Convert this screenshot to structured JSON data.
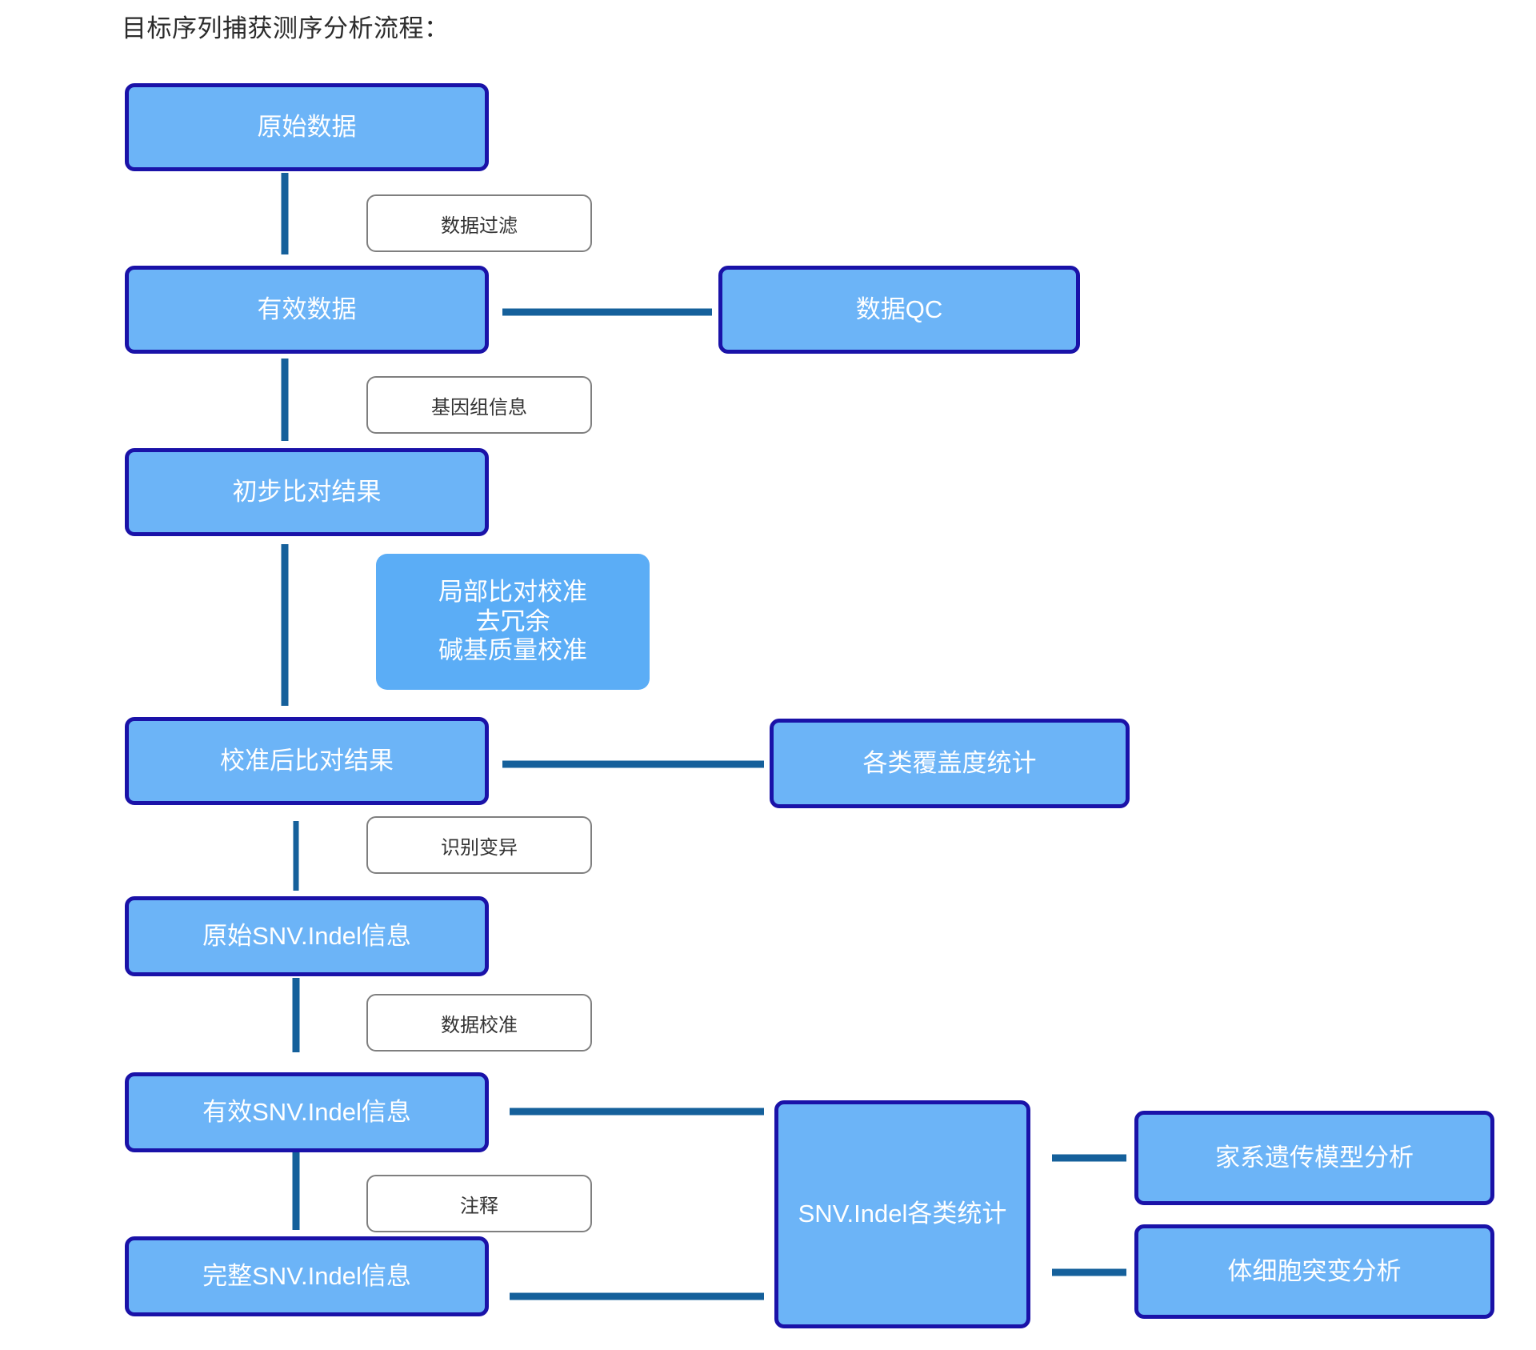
{
  "title": "目标序列捕获测序分析流程：",
  "colors": {
    "node_fill": "#6CB4F7",
    "node_border": "#1A12A8",
    "node_text": "#FFFFFF",
    "label_border": "#7F7F7F",
    "label_text": "#333333",
    "arrow": "#15609B",
    "background": "#FFFFFF"
  },
  "nodes": {
    "raw_data": "原始数据",
    "clean_data": "有效数据",
    "data_qc": "数据QC",
    "initial_align": "初步比对结果",
    "realign_note": "局部比对校准\n去冗余\n碱基质量校准",
    "calibrated_align": "校准后比对结果",
    "coverage_stats": "各类覆盖度统计",
    "raw_snv": "原始SNV.Indel信息",
    "valid_snv": "有效SNV.Indel信息",
    "full_snv": "完整SNV.Indel信息",
    "snv_stats": "SNV.Indel各类统计",
    "pedigree_analysis": "家系遗传模型分析",
    "somatic_analysis": "体细胞突变分析"
  },
  "edge_labels": {
    "filter": "数据过滤",
    "genome_info": "基因组信息",
    "call_variants": "识别变异",
    "recalibrate": "数据校准",
    "annotate": "注释"
  },
  "arrows": [
    {
      "name": "raw-to-clean",
      "direction": "down"
    },
    {
      "name": "clean-to-qc",
      "direction": "right"
    },
    {
      "name": "clean-to-initial",
      "direction": "down"
    },
    {
      "name": "initial-to-calibrated",
      "direction": "down"
    },
    {
      "name": "calibrated-to-coverage",
      "direction": "right"
    },
    {
      "name": "calibrated-to-rawsnv",
      "direction": "down"
    },
    {
      "name": "rawsnv-to-validsnv",
      "direction": "down"
    },
    {
      "name": "validsnv-to-stats",
      "direction": "right"
    },
    {
      "name": "validsnv-to-fullsnv",
      "direction": "down"
    },
    {
      "name": "fullsnv-to-stats",
      "direction": "right"
    },
    {
      "name": "stats-to-pedigree",
      "direction": "right"
    },
    {
      "name": "stats-to-somatic",
      "direction": "right"
    }
  ]
}
